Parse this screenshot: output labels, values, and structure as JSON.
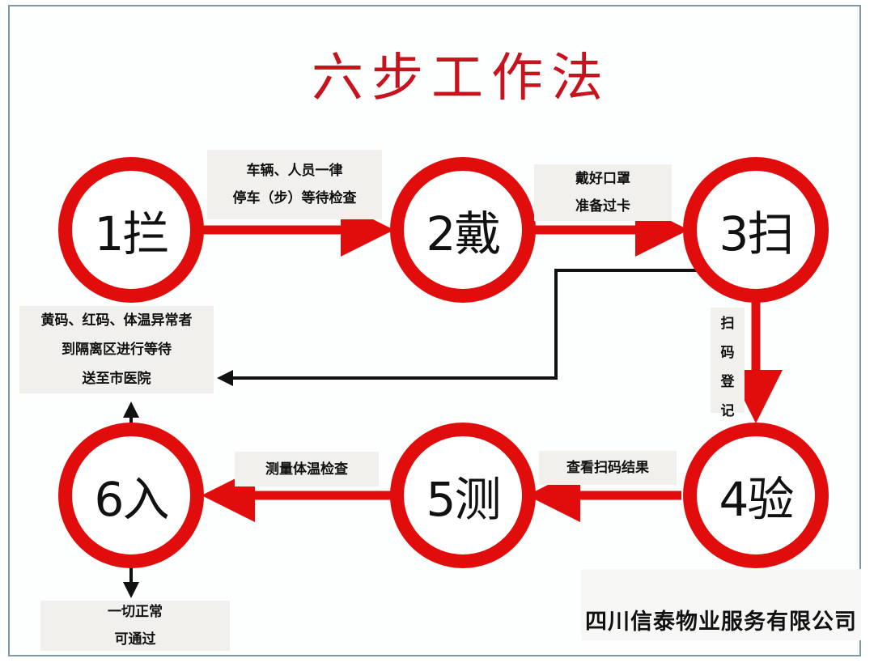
{
  "title": "六步工作法",
  "steps": [
    {
      "label": "1拦"
    },
    {
      "label": "2戴"
    },
    {
      "label": "3扫"
    },
    {
      "label": "4验"
    },
    {
      "label": "5测"
    },
    {
      "label": "6入"
    }
  ],
  "transitions": {
    "step1_to_2": [
      "车辆、人员一律",
      "停车（步）等待检查"
    ],
    "step2_to_3": [
      "戴好口罩",
      "准备过卡"
    ],
    "step3_to_4": [
      "扫",
      "码",
      "登",
      "记"
    ],
    "step4_to_5": [
      "查看扫码结果"
    ],
    "step5_to_6": [
      "测量体温检查"
    ]
  },
  "abnormal_note": [
    "黄码、红码、体温异常者",
    "到隔离区进行等待",
    "送至市医院"
  ],
  "normal_note": [
    "一切正常",
    "可通过"
  ],
  "company": "四川信泰物业服务有限公司",
  "colors": {
    "title_red": "#c8131e",
    "ring_red": "#e10d0d",
    "arrow_black": "#111111",
    "box_bg": "#f1f0ed",
    "frame_border": "#7d98a6"
  }
}
